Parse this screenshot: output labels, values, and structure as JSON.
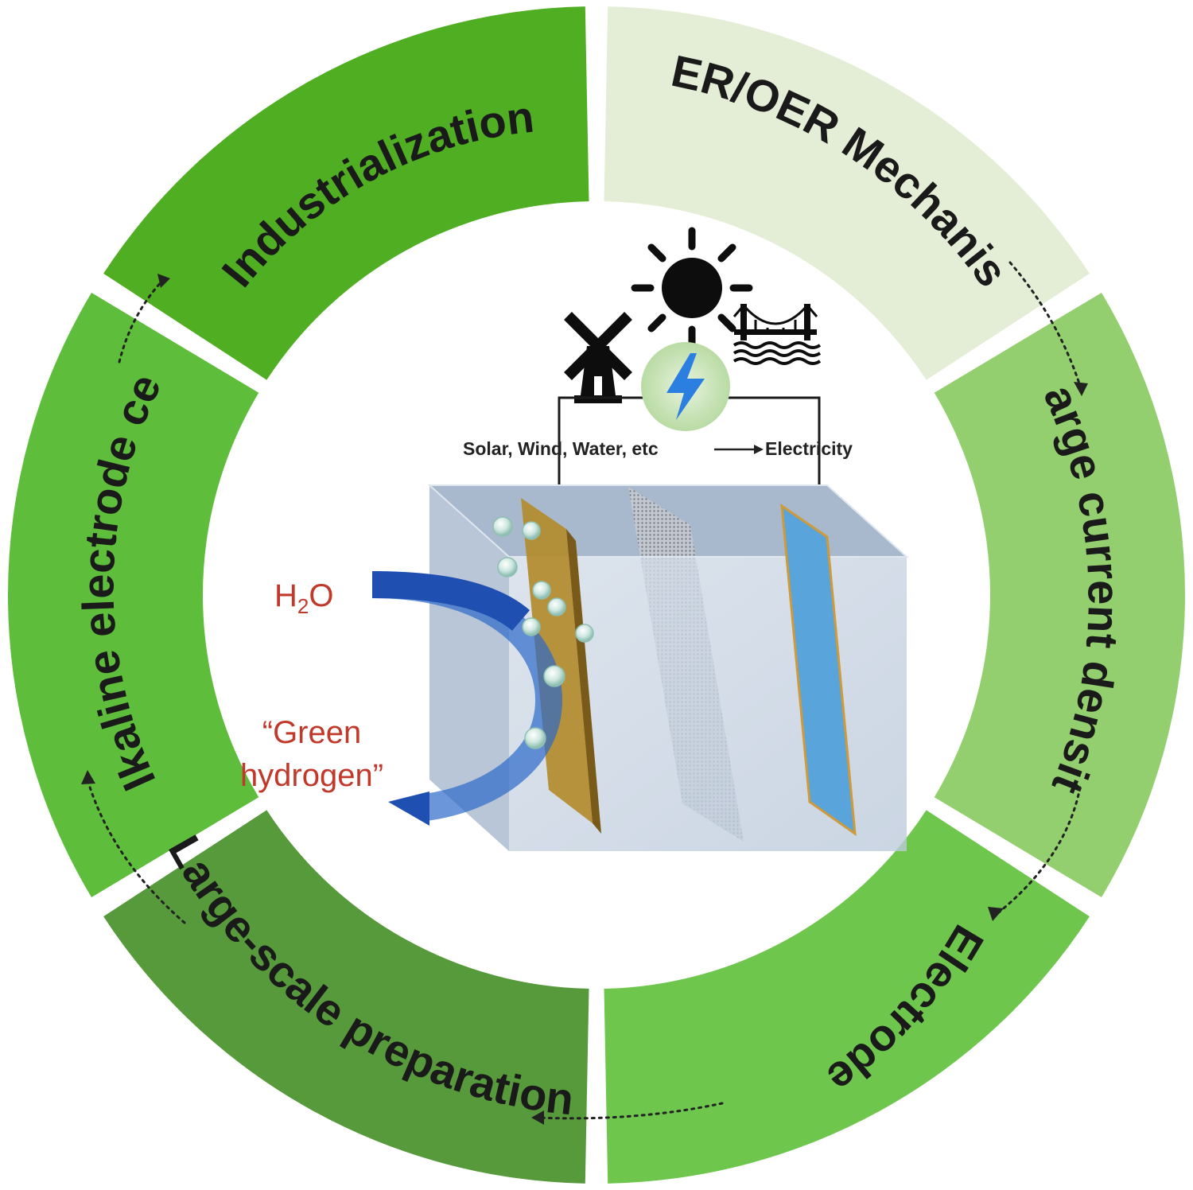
{
  "colors": {
    "seg_industrialization": "#4fae22",
    "seg_mechanism": "#e4eed7",
    "seg_current_density": "#93cf6f",
    "seg_electrode": "#6ec64c",
    "seg_preparation": "#579a3b",
    "seg_cell": "#5fbd3c",
    "label_dark": "#1a1a1a",
    "water_arrow": "#1f5fc8",
    "electrode_left": "#b38b2d",
    "electrode_right": "#5aa4dc",
    "tank": "#c7d3e2",
    "hydrogen_text": "#c0392b"
  },
  "ring": {
    "industrialization": "Industrialization",
    "mechanism": "HER/OER Mechanism",
    "current_density": "Large current density",
    "electrode": "Electrode",
    "preparation": "Large-scale preparation",
    "cell": "Alkaline electrode cell"
  },
  "center": {
    "energy_sources": "Solar, Wind, Water, etc",
    "electricity": "Electricity",
    "water_prefix": "H",
    "water_sub": "2",
    "water_suffix": "O",
    "product_line1": "“Green",
    "product_line2": "hydrogen”"
  },
  "icons": [
    "windmill-icon",
    "sun-icon",
    "lightning-icon",
    "bridge-icon"
  ]
}
